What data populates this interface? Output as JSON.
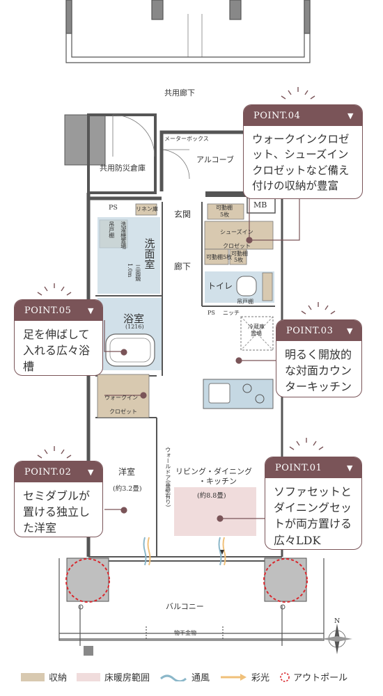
{
  "rooms": {
    "common_corridor": "共用廊下",
    "meter_box": "メーターボックス",
    "shared_storage": "共用防災倉庫",
    "alcove": "アルコーブ",
    "mb": "MB",
    "ps_top": "PS",
    "linen": "リネン庫",
    "washer": "洗濯機置場",
    "hanging_shelf_left": "吊戸棚",
    "washroom": "洗面室",
    "vanity": "三面鏡",
    "vanity2": "1.0m",
    "entrance": "玄関",
    "movable_shelf_top": "可動棚",
    "movable_shelf_top2": "5枚",
    "shoes_in": "シューズイン",
    "closet": "クロゼット",
    "movable_shelf_a": "可動棚5枚",
    "movable_shelf_b": "可動棚",
    "movable_shelf_b2": "5枚",
    "hall": "廊下",
    "toilet": "トイレ",
    "hanging_shelf_toilet": "吊戸棚",
    "ps_mid": "PS",
    "niche": "ニッチ",
    "bathroom": "浴室",
    "bathroom_size": "(1216)",
    "fridge": "冷蔵庫",
    "fridge2": "置場",
    "walk_in": "ウォークイン",
    "walk_in2": "クロゼット",
    "western_room": "洋室",
    "western_size": "(約3.2畳)",
    "ldk1": "リビング・ダイニング",
    "ldk2": "・キッチン",
    "ldk_size": "(約8.8畳)",
    "wall_door": "ウォールドア(垂壁有り)",
    "balcony": "バルコニー",
    "drying_rack": "物干金物",
    "north": "N"
  },
  "callouts": [
    {
      "id": "point04",
      "label": "POINT.04",
      "text": "ウォークインクロゼット、シューズインクロゼットなど備え付けの収納が豊富"
    },
    {
      "id": "point05",
      "label": "POINT.05",
      "text": "足を伸ばして入れる広々浴槽"
    },
    {
      "id": "point03",
      "label": "POINT.03",
      "text": "明るく開放的な対面カウンターキッチン"
    },
    {
      "id": "point02",
      "label": "POINT.02",
      "text": "セミダブルが置ける独立した洋室"
    },
    {
      "id": "point01",
      "label": "POINT.01",
      "text": "ソファセットとダイニングセットが両方置ける広々LDK"
    }
  ],
  "legend": [
    {
      "id": "storage",
      "label": "収納",
      "color": "#d8c9b0"
    },
    {
      "id": "floor_heating",
      "label": "床暖房範囲",
      "color": "#f0dcdc"
    },
    {
      "id": "ventilation",
      "label": "通風",
      "color": "#8bb7c9"
    },
    {
      "id": "daylight",
      "label": "彩光",
      "color": "#f0c079"
    },
    {
      "id": "out_pole",
      "label": "アウトポール",
      "color": "#d9262c"
    }
  ],
  "colors": {
    "accent": "#7a5458",
    "wall": "#555555",
    "storage": "#d8c9b0",
    "bath": "#c5d8e3",
    "heating": "#f0dcdc",
    "pole_fill": "#bfbfbf",
    "pole_ring": "#d9262c"
  }
}
